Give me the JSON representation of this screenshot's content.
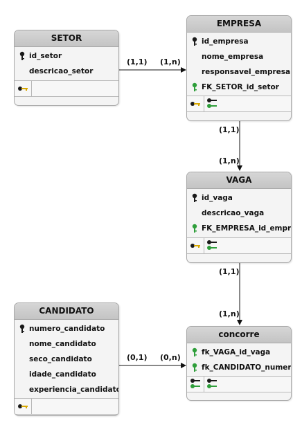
{
  "entities": {
    "setor": {
      "title": "SETOR",
      "fields": [
        "id_setor",
        "descricao_setor"
      ]
    },
    "empresa": {
      "title": "EMPRESA",
      "fields": [
        "id_empresa",
        "nome_empresa",
        "responsavel_empresa",
        "FK_SETOR_id_setor"
      ]
    },
    "vaga": {
      "title": "VAGA",
      "fields": [
        "id_vaga",
        "descricao_vaga",
        "FK_EMPRESA_id_empresa"
      ]
    },
    "candidato": {
      "title": "CANDIDATO",
      "fields": [
        "numero_candidato",
        "nome_candidato",
        "seco_candidato",
        "idade_candidato",
        "experiencia_candidato"
      ]
    },
    "concorre": {
      "title": "concorre",
      "fields": [
        "fk_VAGA_id_vaga",
        "fk_CANDIDATO_numero_candidato"
      ]
    }
  },
  "cardinalities": {
    "setor_empresa_left": "(1,1)",
    "setor_empresa_right": "(1,n)",
    "empresa_vaga_top": "(1,1)",
    "empresa_vaga_bottom": "(1,n)",
    "vaga_concorre_top": "(1,1)",
    "vaga_concorre_bottom": "(1,n)",
    "candidato_concorre_left": "(0,1)",
    "candidato_concorre_right": "(0,n)"
  },
  "colors": {
    "primary_key": "#1a1a1a",
    "foreign_key": "#2e9e3a",
    "index_key": "#d8a800"
  }
}
